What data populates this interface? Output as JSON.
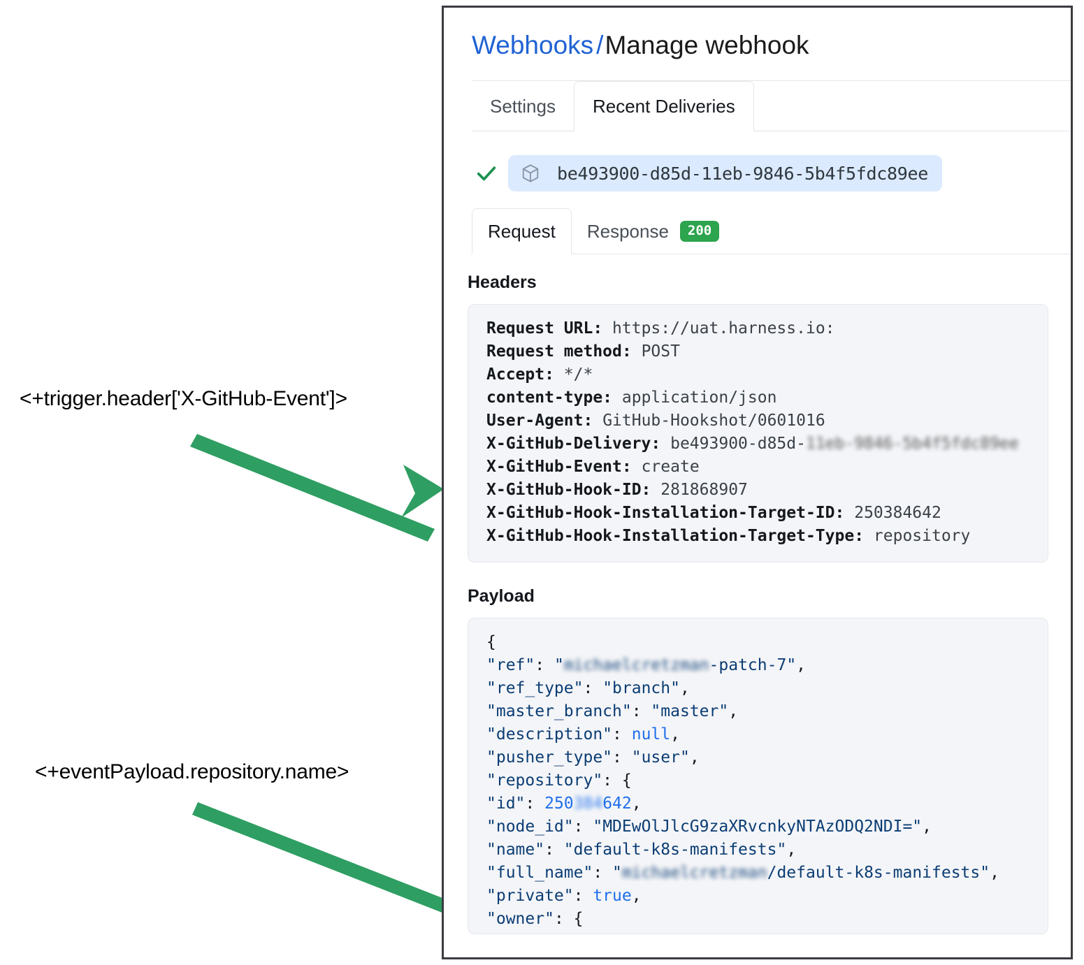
{
  "panel": {
    "breadcrumb": {
      "link": "Webhooks",
      "separator": "/",
      "current": "Manage webhook"
    },
    "tabs": [
      {
        "label": "Settings",
        "active": false
      },
      {
        "label": "Recent Deliveries",
        "active": true
      }
    ],
    "delivery": {
      "status_icon": "check-icon",
      "package_icon": "cube-icon",
      "id": "be493900-d85d-11eb-9846-5b4f5fdc89ee"
    },
    "subtabs": [
      {
        "label": "Request",
        "active": true
      },
      {
        "label": "Response",
        "active": false
      }
    ],
    "response_status": "200",
    "sections": {
      "headers_label": "Headers",
      "payload_label": "Payload"
    },
    "headers": [
      {
        "key": "Request URL:",
        "value": "https://uat.harness.io:"
      },
      {
        "key": "Request method:",
        "value": "POST"
      },
      {
        "key": "Accept:",
        "value": "*/*"
      },
      {
        "key": "content-type:",
        "value": "application/json"
      },
      {
        "key": "User-Agent:",
        "value": "GitHub-Hookshot/0601016"
      },
      {
        "key": "X-GitHub-Delivery:",
        "value": "be493900-d85d-",
        "redacted_value": "11eb-9846-5b4f5fdc89ee"
      },
      {
        "key": "X-GitHub-Event:",
        "value": "create"
      },
      {
        "key": "X-GitHub-Hook-ID:",
        "value": "281868907"
      },
      {
        "key": "X-GitHub-Hook-Installation-Target-ID:",
        "value": "250384642"
      },
      {
        "key": "X-GitHub-Hook-Installation-Target-Type:",
        "value": "repository"
      }
    ],
    "payload_lines": [
      "{",
      "  \"ref\": \"[redacted]-patch-7\",",
      "  \"ref_type\": \"branch\",",
      "  \"master_branch\": \"master\",",
      "  \"description\": null,",
      "  \"pusher_type\": \"user\",",
      "  \"repository\": {",
      "    \"id\": 250[redacted]642,",
      "    \"node_id\": \"MDEwOlJlcG9zaXRvcnkyNTAzODQ2NDI=\",",
      "    \"name\": \"default-k8s-manifests\",",
      "    \"full_name\": \"[redacted]/default-k8s-manifests\",",
      "    \"private\": true,",
      "    \"owner\": {"
    ],
    "payload_values": {
      "ref_redacted": "michaelcretzman",
      "ref_suffix": "-patch-7",
      "ref_type": "branch",
      "master_branch": "master",
      "description": "null",
      "pusher_type": "user",
      "repo_id_prefix": "250",
      "repo_id_redacted": "384",
      "repo_id_suffix": "642",
      "node_id": "MDEwOlJlcG9zaXRvcnkyNTAzODQ2NDI=",
      "name": "default-k8s-manifests",
      "full_name_redacted": "michaelcretzman",
      "full_name_suffix": "/default-k8s-manifests",
      "private": "true",
      "owner_open": "{"
    }
  },
  "annotations": [
    {
      "id": "header-expression",
      "text": "<+trigger.header['X-GitHub-Event']>"
    },
    {
      "id": "payload-expression",
      "text": "<+eventPayload.repository.name>"
    }
  ],
  "colors": {
    "accent_green": "#2e9e62",
    "link_blue": "#1f62d4",
    "badge_green": "#2da44e",
    "chip_blue": "#dbeafe",
    "code_bg": "#f4f5f8",
    "panel_border": "#3c3c42"
  }
}
